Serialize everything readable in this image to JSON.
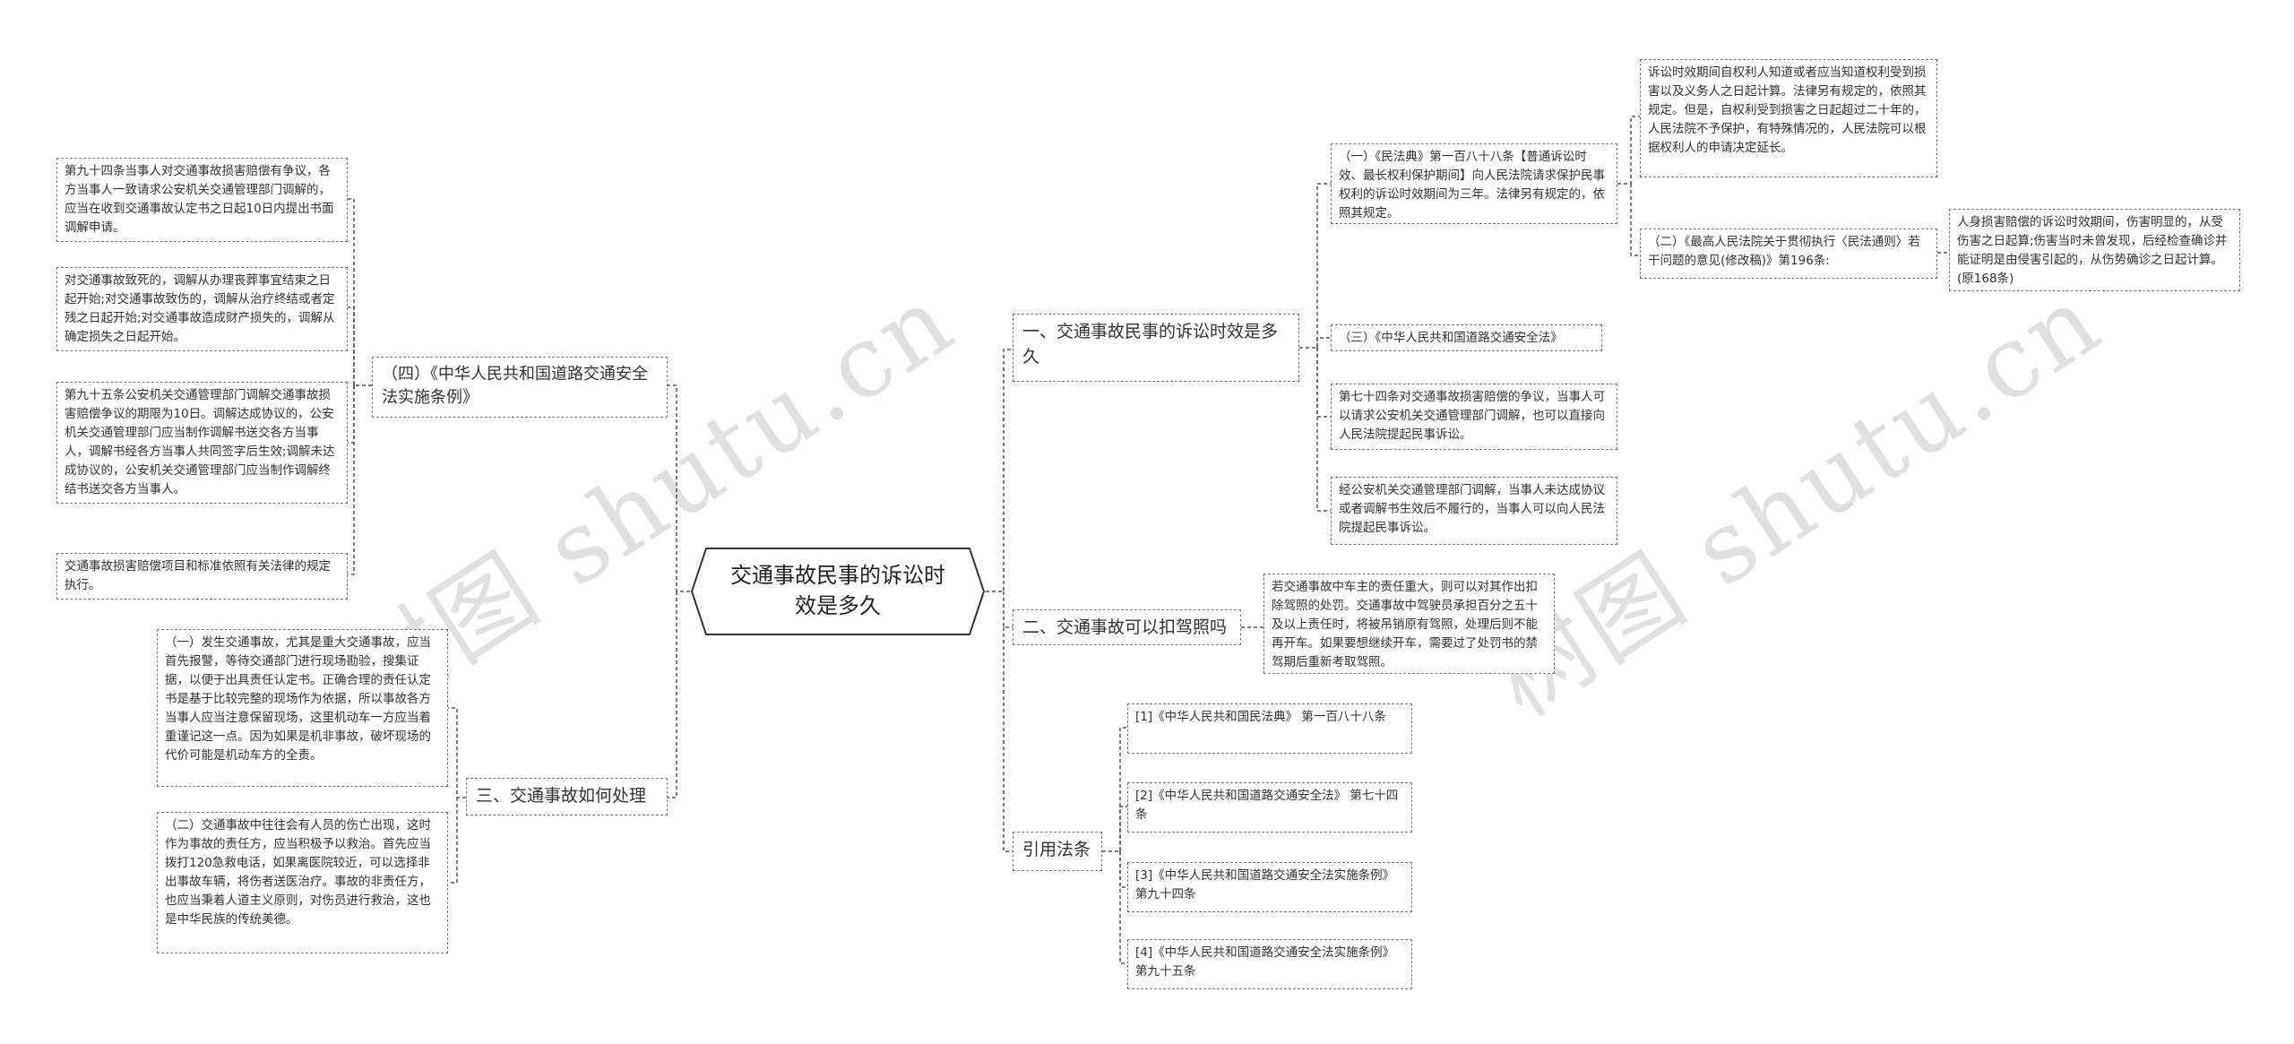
{
  "center": {
    "title": "交通事故民事的诉讼时效是多久"
  },
  "watermark": "树图 shutu.cn",
  "branches": {
    "b1": {
      "label": "一、交通事故民事的诉讼时效是多久",
      "c1": "（一）《民法典》第一百八十八条【普通诉讼时效、最长权利保护期间】向人民法院请求保护民事权利的诉讼时效期间为三年。法律另有规定的，依照其规定。",
      "c1_detail": "诉讼时效期间自权利人知道或者应当知道权利受到损害以及义务人之日起计算。法律另有规定的，依照其规定。但是，自权利受到损害之日起超过二十年的，人民法院不予保护，有特殊情况的，人民法院可以根据权利人的申请决定延长。",
      "c2": "（二）《最高人民法院关于贯彻执行〈民法通则〉若干问题的意见(修改稿)》第196条:",
      "c2_detail": "人身损害赔偿的诉讼时效期间，伤害明显的，从受伤害之日起算;伤害当时未曾发现，后经检查确诊并能证明是由侵害引起的，从伤势确诊之日起计算。(原168条)",
      "c3": "（三）《中华人民共和国道路交通安全法》",
      "c4": "第七十四条对交通事故损害赔偿的争议，当事人可以请求公安机关交通管理部门调解，也可以直接向人民法院提起民事诉讼。",
      "c5": "经公安机关交通管理部门调解，当事人未达成协议或者调解书生效后不履行的，当事人可以向人民法院提起民事诉讼。"
    },
    "b2": {
      "label": "二、交通事故可以扣驾照吗",
      "c1": "若交通事故中车主的责任重大，则可以对其作出扣除驾照的处罚。交通事故中驾驶员承担百分之五十及以上责任时，将被吊销原有驾照，处理后则不能再开车。如果要想继续开车，需要过了处罚书的禁驾期后重新考取驾照。"
    },
    "b3": {
      "label": "引用法条",
      "c1": "[1]《中华人民共和国民法典》 第一百八十八条",
      "c2": "[2]《中华人民共和国道路交通安全法》 第七十四条",
      "c3": "[3]《中华人民共和国道路交通安全法实施条例》 第九十四条",
      "c4": "[4]《中华人民共和国道路交通安全法实施条例》 第九十五条"
    },
    "b4": {
      "label": "（四）《中华人民共和国道路交通安全法实施条例》",
      "c1": "第九十四条当事人对交通事故损害赔偿有争议，各方当事人一致请求公安机关交通管理部门调解的，应当在收到交通事故认定书之日起10日内提出书面调解申请。",
      "c2": "对交通事故致死的，调解从办理丧葬事宜结束之日起开始;对交通事故致伤的，调解从治疗终结或者定残之日起开始;对交通事故造成财产损失的，调解从确定损失之日起开始。",
      "c3": "第九十五条公安机关交通管理部门调解交通事故损害赔偿争议的期限为10日。调解达成协议的，公安机关交通管理部门应当制作调解书送交各方当事人，调解书经各方当事人共同签字后生效;调解未达成协议的，公安机关交通管理部门应当制作调解终结书送交各方当事人。",
      "c4": "交通事故损害赔偿项目和标准依照有关法律的规定执行。"
    },
    "b5": {
      "label": "三、交通事故如何处理",
      "c1": "（一）发生交通事故，尤其是重大交通事故，应当首先报警，等待交通部门进行现场勘验，搜集证据，以便于出具责任认定书。正确合理的责任认定书是基于比较完整的现场作为依据，所以事故各方当事人应当注意保留现场，这里机动车一方应当着重谨记这一点。因为如果是机非事故，破坏现场的代价可能是机动车方的全责。",
      "c2": "（二）交通事故中往往会有人员的伤亡出现，这时作为事故的责任方，应当积极予以救治。首先应当拨打120急救电话，如果离医院较近，可以选择非出事故车辆，将伤者送医治疗。事故的非责任方，也应当秉着人道主义原则，对伤员进行救治，这也是中华民族的传统美德。"
    }
  }
}
